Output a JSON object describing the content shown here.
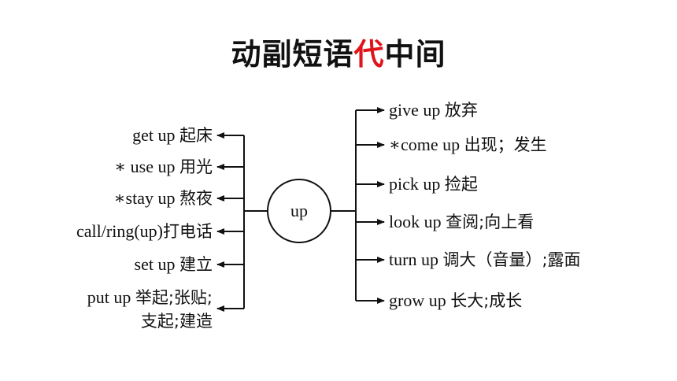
{
  "title": {
    "part1": "动副短语",
    "highlight": "代",
    "part2": "中间"
  },
  "center": {
    "label": "up"
  },
  "left_items": [
    {
      "en": "get up ",
      "cn": "起床"
    },
    {
      "en": "∗ use up ",
      "cn": "用光"
    },
    {
      "en": "∗stay up ",
      "cn": "熬夜"
    },
    {
      "en": "call/ring(up)",
      "cn": "打电话"
    },
    {
      "en": "set up ",
      "cn": "建立"
    },
    {
      "en": "put up ",
      "cn": "举起;张贴;",
      "cn2": "支起;建造"
    }
  ],
  "right_items": [
    {
      "en": "give up ",
      "cn": "放弃"
    },
    {
      "en": "∗come up ",
      "cn": "出现；发生"
    },
    {
      "en": "pick up ",
      "cn": "捡起"
    },
    {
      "en": "look up ",
      "cn": "查阅;向上看"
    },
    {
      "en": "turn up ",
      "cn": "调大（音量）;露面"
    },
    {
      "en": "grow up ",
      "cn": "长大;成长"
    }
  ],
  "colors": {
    "highlight": "#e0141b",
    "line": "#111111"
  }
}
